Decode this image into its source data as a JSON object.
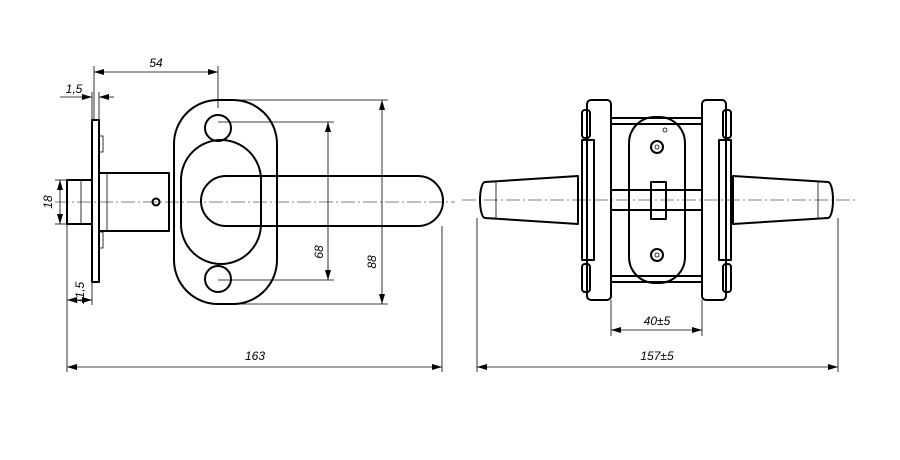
{
  "dimensions": {
    "d54": "54",
    "d1_5": "1,5",
    "d18": "18",
    "d11_5": "11,5",
    "d68": "68",
    "d88": "88",
    "d163": "163",
    "d40": "40±5",
    "d157": "157±5"
  }
}
